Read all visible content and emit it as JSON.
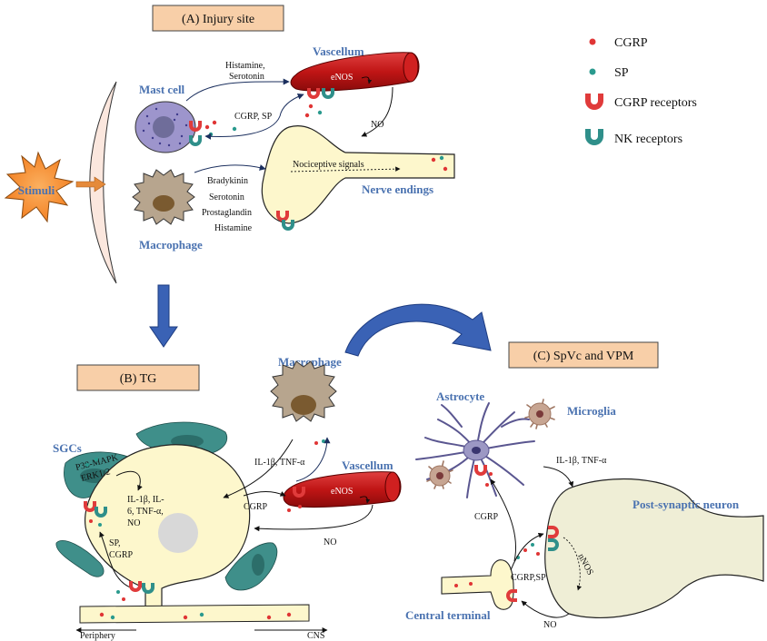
{
  "colors": {
    "title_blue": "#4a72b0",
    "box_fill": "#f8cfa8",
    "cgrp_dot": "#e03535",
    "sp_dot": "#2a9a8e",
    "cgrp_receptor": "#e03b3b",
    "nk_receptor": "#2f8f8a",
    "neuron_fill": "#fdf7cc",
    "vessel_red": "#c41818",
    "macrophage_fill": "#b7a58e",
    "mastcell_fill": "#9d95cc",
    "glia_fill": "#3f8f8a",
    "astrocyte_fill": "#9c98c4",
    "microglia_fill": "#c7a592",
    "stimuli_fill": "#f58a2a",
    "big_arrow_blue": "#3a62b5"
  },
  "legend": {
    "cgrp": "CGRP",
    "sp": "SP",
    "cgrp_receptors": "CGRP receptors",
    "nk_receptors": "NK receptors"
  },
  "panel_a": {
    "title": "(A) Injury site",
    "stimuli": "Stimuli",
    "mast_cell": "Mast cell",
    "macrophage": "Macrophage",
    "vascellum": "Vascellum",
    "nerve_endings": "Nerve endings",
    "histamine_serotonin_1": "Histamine,",
    "histamine_serotonin_2": "Serotonin",
    "enos": "eNOS",
    "cgrp_sp": "CGRP, SP",
    "no": "NO",
    "nociceptive": "Nociceptive signals",
    "bradykinin": "Bradykinin",
    "serotonin": "Serotonin",
    "prostaglandin": "Prostaglandin",
    "histamine": "Histamine"
  },
  "panel_b": {
    "title": "(B) TG",
    "macrophage": "Macrophage",
    "vascellum": "Vascellum",
    "sgcs": "SGCs",
    "p38": "P38-MAPK",
    "erk": "ERK1/2",
    "cytokines_1": "IL-1β, IL-",
    "cytokines_2": "6, TNF-α,",
    "cytokines_3": "NO",
    "sp_cgrp_1": "SP,",
    "sp_cgrp_2": "CGRP",
    "il1b_tnf": "IL-1β, TNF-α",
    "cgrp": "CGRP",
    "enos": "eNOS",
    "no": "NO",
    "periphery": "Periphery",
    "cns": "CNS"
  },
  "panel_c": {
    "title": "(C) SpVc and VPM",
    "astrocyte": "Astrocyte",
    "microglia": "Microglia",
    "il1b_tnf": "IL-1β, TNF-α",
    "post_synaptic": "Post-synaptic neuron",
    "nnos": "nNOS",
    "cgrp": "CGRP",
    "cgrp_sp": "CGRP,SP",
    "central_terminal": "Central terminal",
    "no": "NO"
  }
}
